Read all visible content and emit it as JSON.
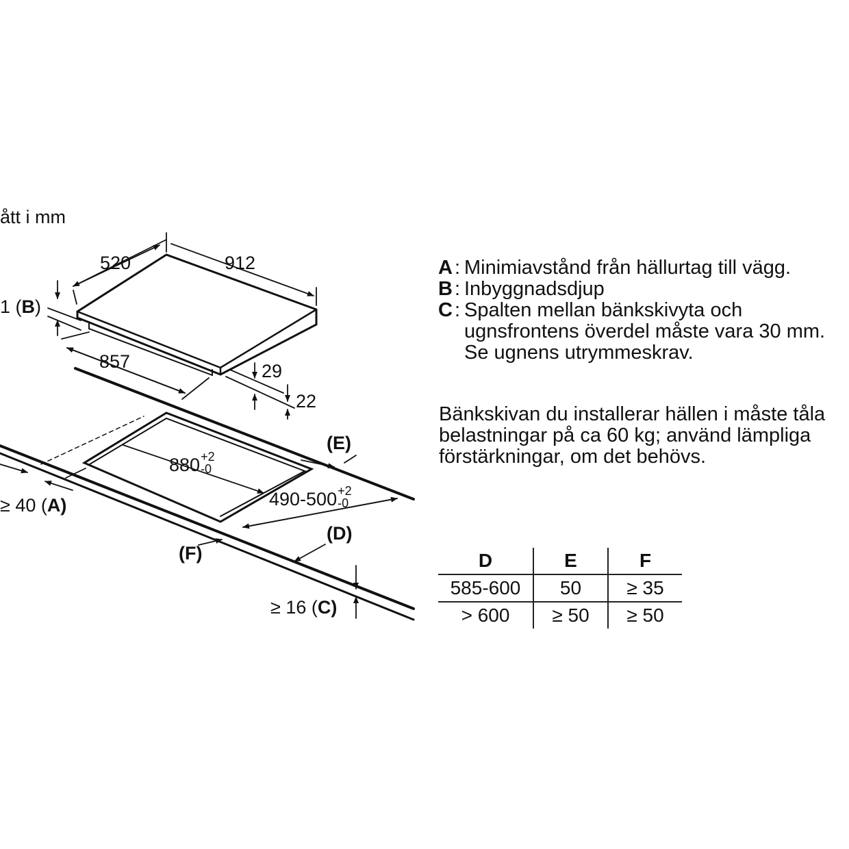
{
  "units_caption": "ått i mm",
  "hob": {
    "depth": "520",
    "width": "912",
    "built_in_depth_label": "1 (",
    "built_in_depth_key": "B",
    "inner_width": "857",
    "thickness_top": "29",
    "thickness_bottom": "22"
  },
  "cutout": {
    "width_value": "880",
    "width_tol_plus": "+2",
    "width_tol_minus": "-0",
    "depth_value": "490-500",
    "depth_tol_plus": "+2",
    "depth_tol_minus": "-0",
    "e_label": "(E)",
    "d_label": "(D)",
    "f_label": "(F)",
    "a_prefix": "≥ 40 (",
    "a_key": "A",
    "c_prefix": "≥ 16 (",
    "c_key": "C",
    "close_paren": ")"
  },
  "legend": [
    {
      "key": "A",
      "text": "Minimiavstånd från hällurtag till vägg."
    },
    {
      "key": "B",
      "text": "Inbyggnadsdjup"
    },
    {
      "key": "C",
      "text": "Spalten mellan bänkskivyta och"
    },
    {
      "key": "",
      "text": "ugnsfrontens överdel måste vara 30 mm."
    },
    {
      "key": "",
      "text": "Se ugnens utrymmeskrav."
    }
  ],
  "note_lines": [
    "Bänkskivan du installerar hällen i måste tåla",
    "belastningar på ca 60 kg; använd lämpliga",
    "förstärkningar, om det behövs."
  ],
  "table": {
    "headers": [
      "D",
      "E",
      "F"
    ],
    "rows": [
      [
        "585-600",
        "50",
        "≥ 35"
      ],
      [
        "> 600",
        "≥ 50",
        "≥ 50"
      ]
    ]
  }
}
